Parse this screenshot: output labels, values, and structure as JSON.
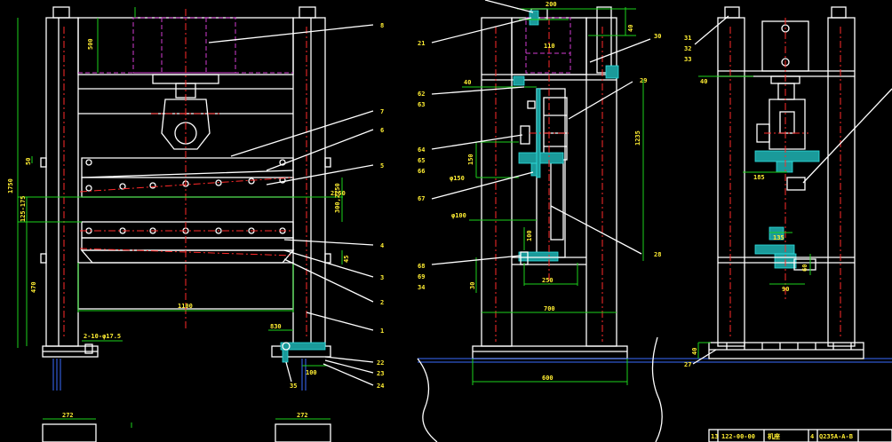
{
  "views": {
    "front": {
      "part_labels": [
        "8",
        "7",
        "6",
        "5",
        "4",
        "3",
        "2",
        "1",
        "22",
        "23",
        "24",
        "35"
      ],
      "dimensions": [
        "500",
        "50",
        "1750",
        "125-175",
        "470",
        "2250",
        "300,2250",
        "45",
        "1100",
        "2-10-φ17.5",
        "830",
        "100",
        "272",
        "272"
      ]
    },
    "side": {
      "part_labels": [
        "21",
        "30",
        "29",
        "62",
        "63",
        "64",
        "65",
        "66",
        "67",
        "68",
        "69",
        "34",
        "28"
      ],
      "dimensions": [
        "200",
        "40",
        "110",
        "40",
        "1235",
        "150",
        "φ150",
        "φ100",
        "100",
        "30",
        "250",
        "700",
        "600"
      ]
    },
    "end": {
      "part_labels": [
        "31",
        "32",
        "33",
        "27"
      ],
      "dimensions": [
        "40",
        "185",
        "135",
        "60",
        "90",
        "40"
      ]
    }
  },
  "title_block": {
    "cells": [
      "13",
      "122-00-00",
      "机座",
      "4",
      "Q235A-A-B"
    ]
  },
  "colors": {
    "background": "#000000",
    "outline": "#ffffff",
    "centerline": "#ff2a2a",
    "dimension": "#1bd21b",
    "hidden": "#d23cd2",
    "ground": "#3a6cff",
    "section": "#1a9a9a",
    "text": "#ffee33"
  }
}
